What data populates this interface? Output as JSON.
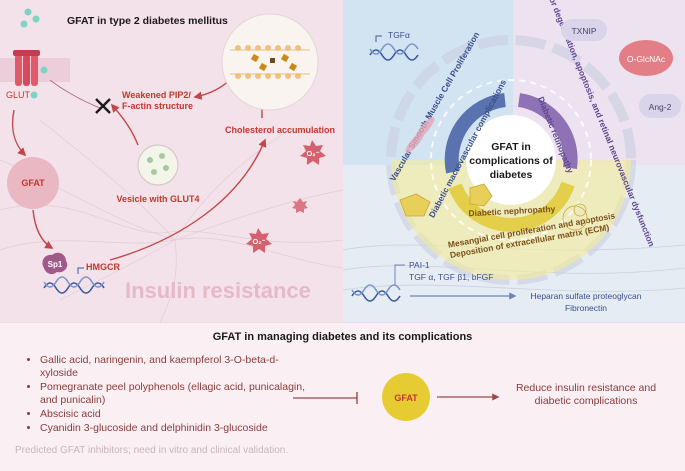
{
  "top_left": {
    "title": "GFAT in type 2 diabetes mellitus",
    "glut_label": "GLUT",
    "gfat_label": "GFAT",
    "weakened_line1": "Weakened PIP2/",
    "weakened_line2": "F-actin structure",
    "cholesterol_label": "Cholesterol accumulation",
    "vesicle_label": "Vesicle with GLUT4",
    "sp1_label": "Sp1",
    "hmgcr_label": "HMGCR",
    "insulin_resistance": "Insulin resistance",
    "o2_label": "O₂⁻"
  },
  "top_right": {
    "tgfa": "TGFα",
    "txnip": "TXNIP",
    "oglcnac": "O-GlcNAc",
    "ang2": "Ang-2",
    "center_line1": "GFAT in",
    "center_line2": "complications of",
    "center_line3": "diabetes",
    "ring_macro": "Diabetic macrovascular complications",
    "ring_retino": "Diabetic retinopathy",
    "ring_nephro": "Diabetic nephropathy",
    "outer_vsmc": "Vascular Smooth Muscle Cell Proliferation",
    "outer_photo": "Photoreceptor degeneration, apoptosis, and retinal neurovascular dysfunction",
    "outer_mesangial1": "Mesangial cell proliferation and apoptosis",
    "outer_mesangial2": "Deposition of extracellular matrix (ECM)",
    "pai": "PAI-1",
    "tgf_line": "TGF α, TGF β1, bFGF",
    "heparan_line1": "Heparan sulfate proteoglycan",
    "heparan_line2": "Fibronectin"
  },
  "bottom": {
    "title": "GFAT in managing diabetes and its complications",
    "inhibitors": [
      "Gallic acid, naringenin, and kaempferol 3-O-beta-d-xyloside",
      "Pomegranate peel polyphenols (ellagic acid, punicalagin, and punicalin)",
      "Abscisic acid",
      "Cyanidin 3-glucoside and delphinidin 3-glucoside"
    ],
    "gfat_label": "GFAT",
    "result_line1": "Reduce insulin resistance and",
    "result_line2": "diabetic complications",
    "footnote": "Predicted GFAT inhibitors; need in vitro and clinical validation."
  },
  "colors": {
    "arrow": "#c0484a",
    "text_red": "#c0392b",
    "ring_blue": "#5a73b0",
    "ring_purple": "#8e72b5",
    "ring_yellow": "#e3cf4a",
    "gfat_yellow": "#e6cc32"
  }
}
